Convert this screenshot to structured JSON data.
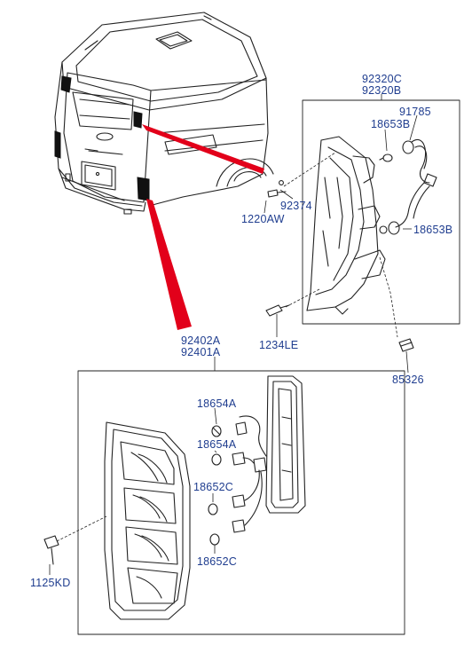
{
  "labels": {
    "p92320C": "92320C",
    "p92320B": "92320B",
    "p91785": "91785",
    "p18653B_top": "18653B",
    "p18653B_bottom": "18653B",
    "p92374": "92374",
    "p1220AW": "1220AW",
    "p1234LE": "1234LE",
    "p85326": "85326",
    "p92402A": "92402A",
    "p92401A": "92401A",
    "p18654A_top": "18654A",
    "p18654A_bottom": "18654A",
    "p18652C_top": "18652C",
    "p18652C_bottom": "18652C",
    "p1125KD": "1125KD"
  },
  "colors": {
    "label_text": "#1f3d8f",
    "line_art": "#222222",
    "callout_pointer": "#e2001a",
    "lamp_darkened": "#111111"
  }
}
